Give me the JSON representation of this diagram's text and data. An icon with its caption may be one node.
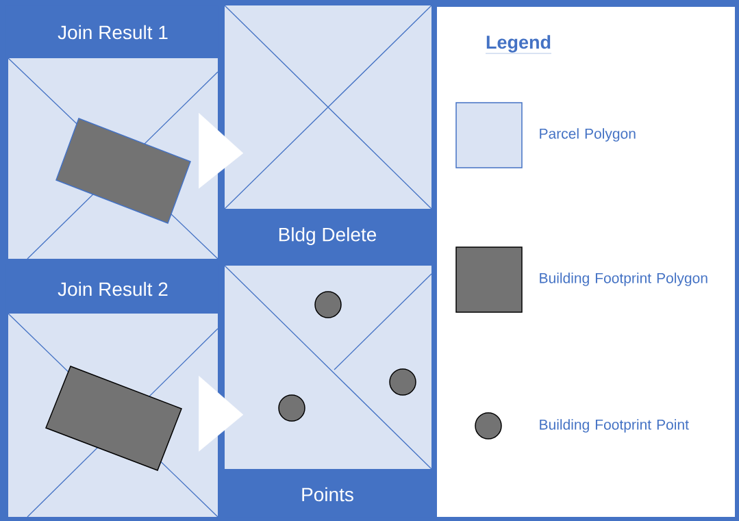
{
  "diagram": {
    "nodes": [
      {
        "text": [
          "Join Result 1"
        ]
      },
      {
        "text": [
          "Bldg Delete"
        ]
      },
      {
        "text": [
          "Join Result 2"
        ]
      },
      {
        "text": [
          "Points"
        ]
      }
    ],
    "edges": [
      {
        "from": 0,
        "to": 1,
        "arrow": "to"
      },
      {
        "from": 2,
        "to": 3,
        "arrow": "to"
      }
    ],
    "labels": [
      "Legend"
    ],
    "legend": [
      {
        "text": "Parcel Polygon",
        "color": "#dae3f3"
      },
      {
        "text": "Building Footprint Polygon",
        "color": "#737373"
      },
      {
        "text": "Building Footprint Point"
      }
    ]
  }
}
